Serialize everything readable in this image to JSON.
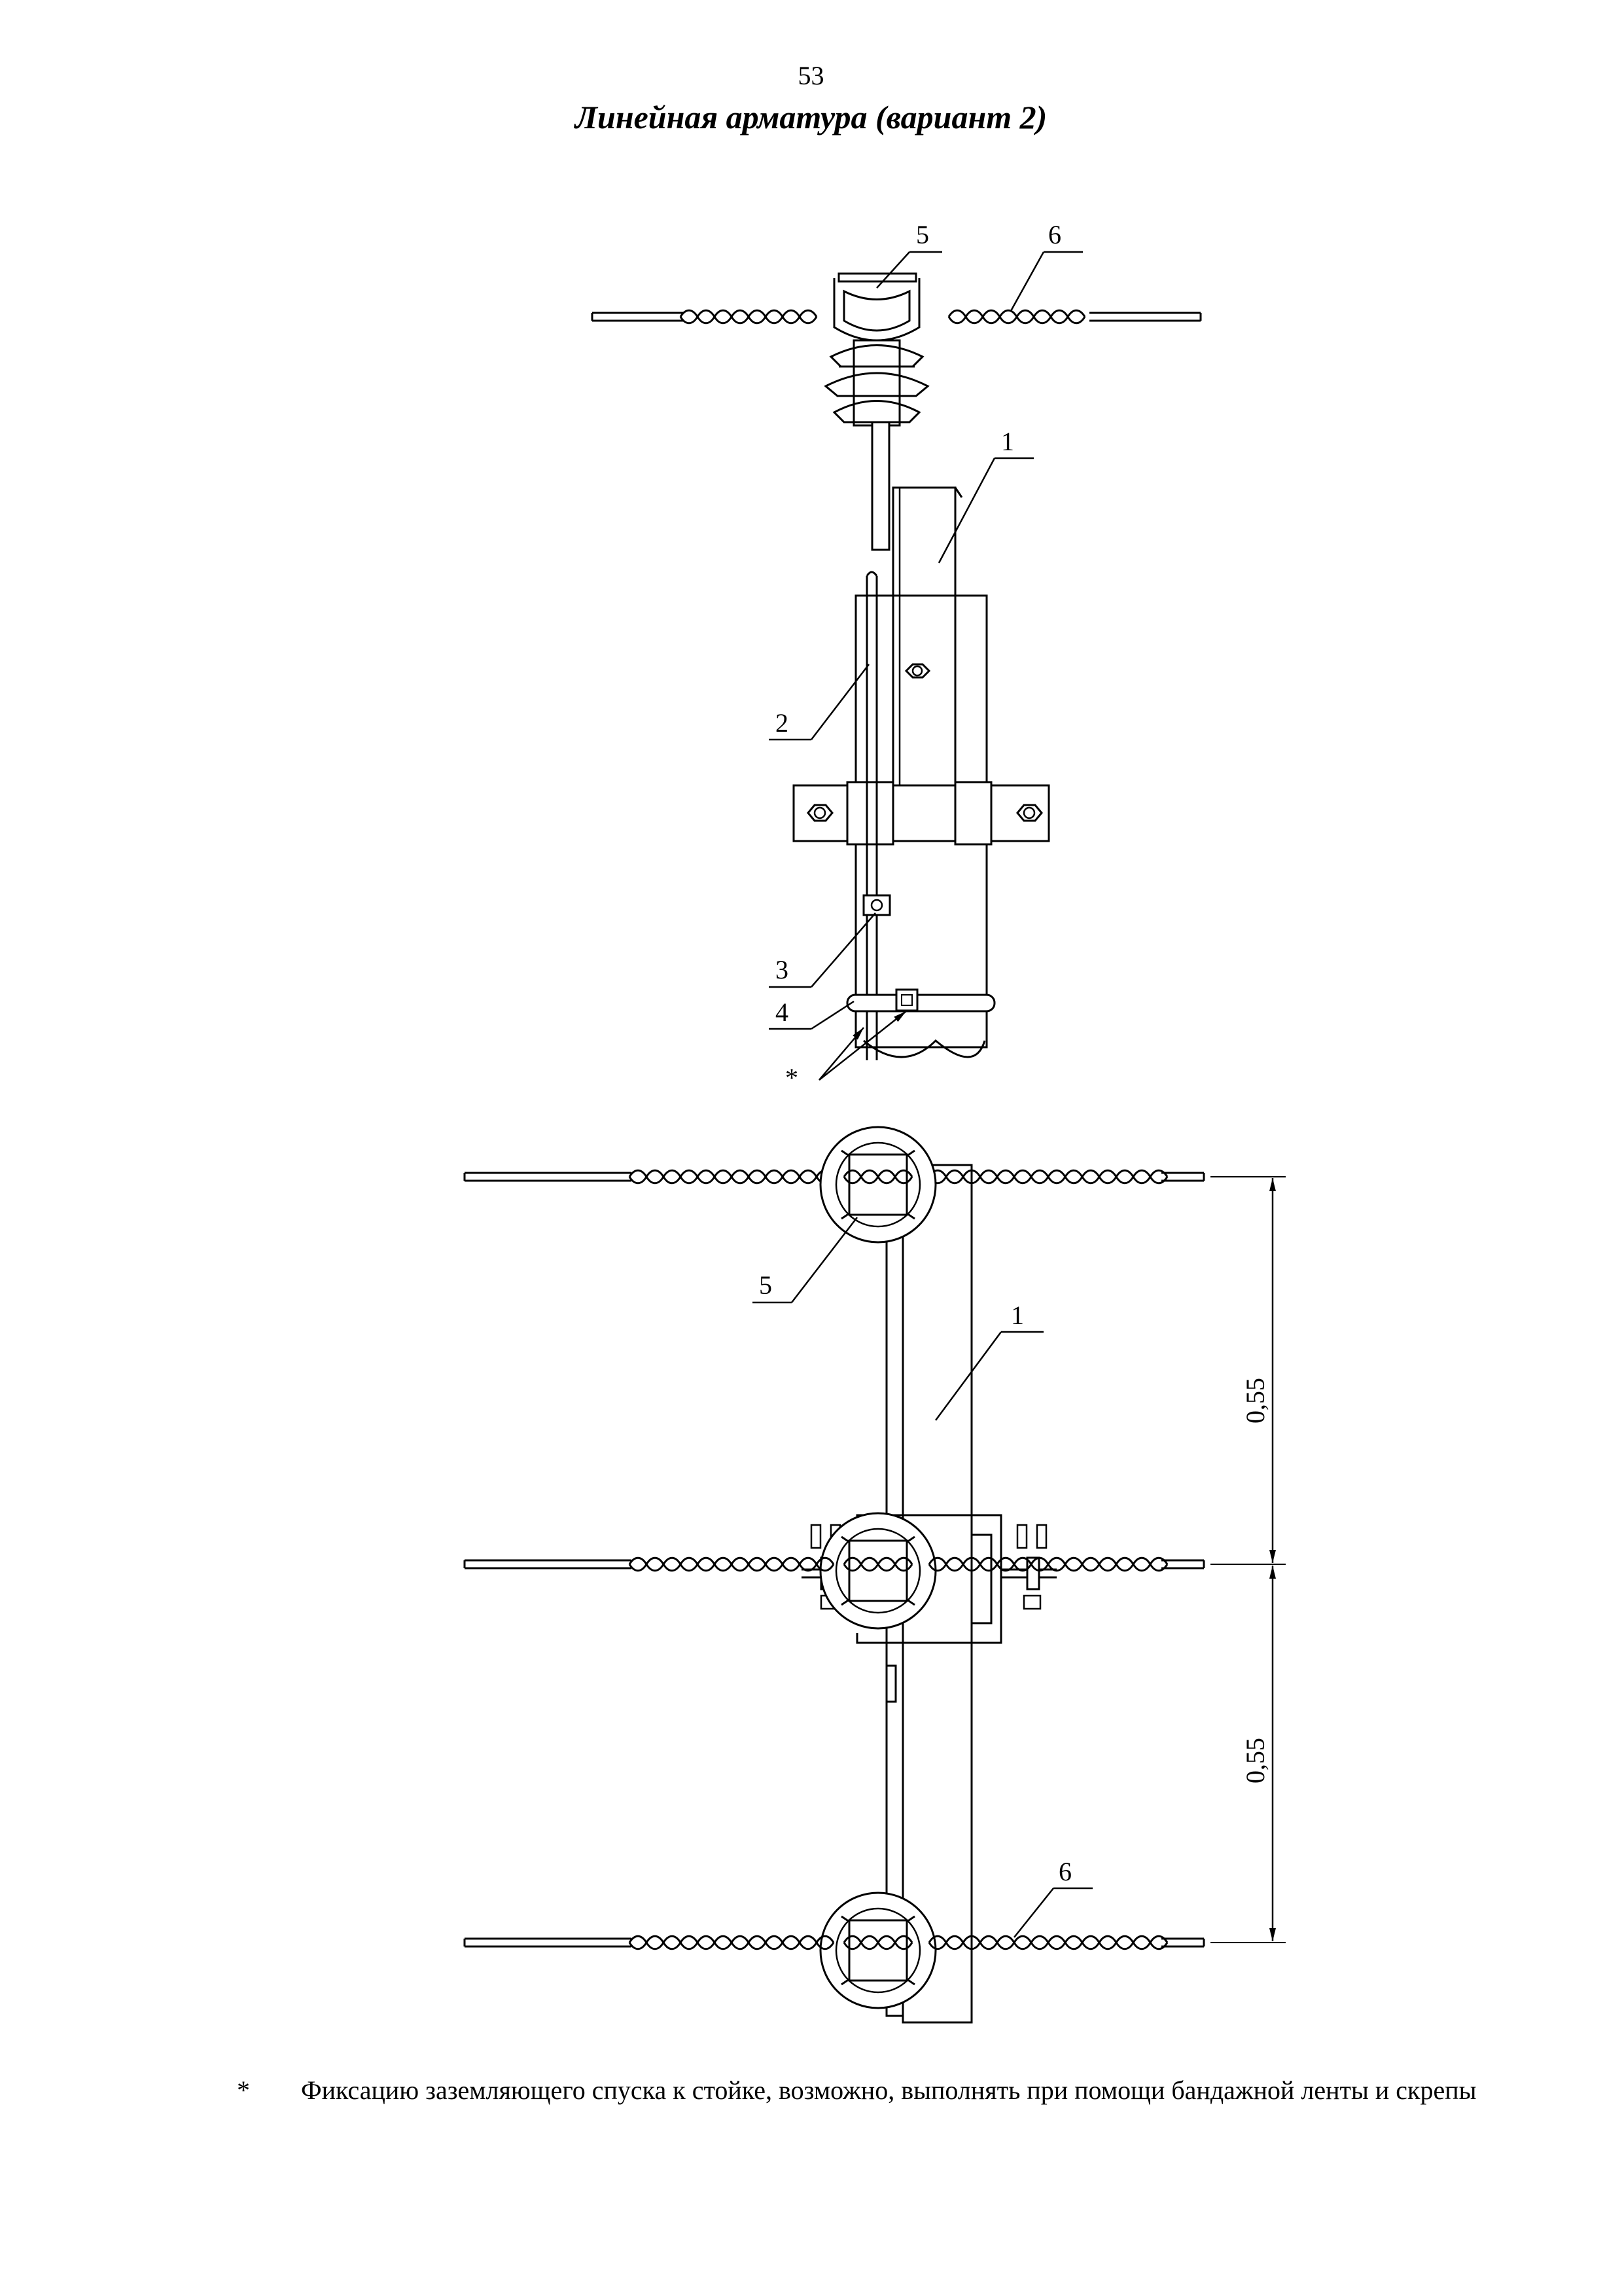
{
  "page": {
    "number": "53",
    "title": "Линейная арматура (вариант 2)"
  },
  "callouts": {
    "top_view": {
      "fitting_5": "5",
      "tie_6": "6",
      "bracket_1": "1",
      "ground_conductor_2": "2",
      "clamp_3": "3",
      "clamp_4": "4",
      "asterisk": "*"
    },
    "front_view": {
      "fitting_5": "5",
      "bracket_1": "1",
      "tie_6": "6"
    }
  },
  "dimensions": {
    "upper_spacing": "0,55",
    "lower_spacing": "0,55"
  },
  "footnote": {
    "mark": "*",
    "text": "Фиксацию заземляющего спуска к стойке, возможно, выполнять при помощи бандажной ленты и скрепы"
  }
}
